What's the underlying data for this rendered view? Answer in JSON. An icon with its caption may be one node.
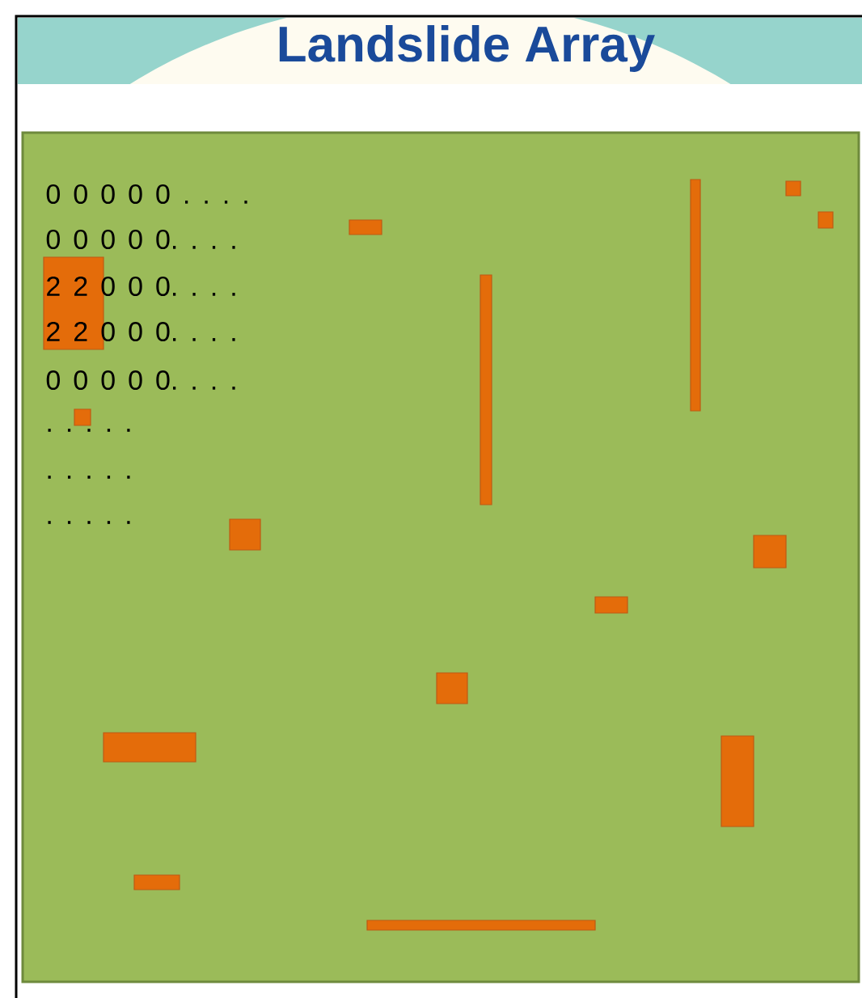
{
  "diagram": {
    "title": "Landslide Array",
    "labels": [
      "0 0 0 0 0 . . . .",
      "0 0 0 0 0. . . .",
      "2 2 0 0 0. . . .",
      "2 2 0 0 0. . . .",
      "0 0 0 0 0. . . .",
      ". . . . .",
      ". . . . .",
      ". . . . ."
    ]
  }
}
